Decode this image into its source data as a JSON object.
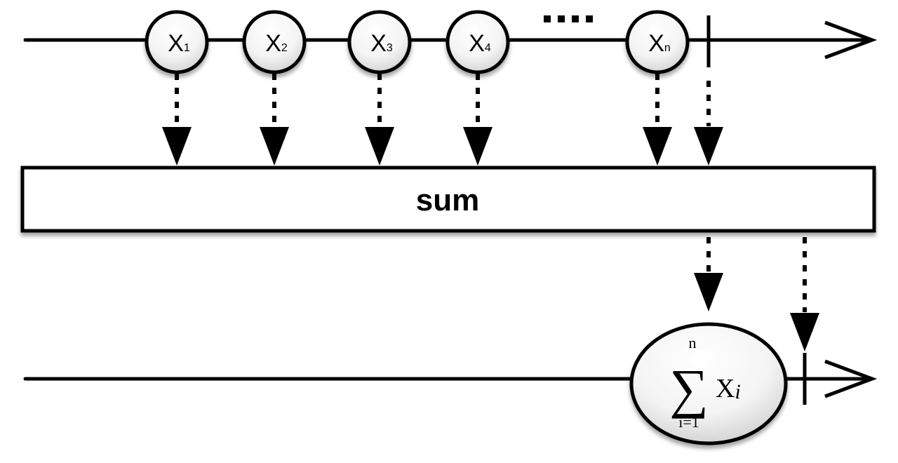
{
  "input_items": [
    {
      "base": "X",
      "sub": "1"
    },
    {
      "base": "X",
      "sub": "2"
    },
    {
      "base": "X",
      "sub": "3"
    },
    {
      "base": "X",
      "sub": "4"
    },
    {
      "base": "X",
      "sub": "n"
    }
  ],
  "ellipsis": "....",
  "operator_label": "sum",
  "result": {
    "upper_limit": "n",
    "sigma": "∑",
    "term_base": "X",
    "term_sub": "i",
    "lower_limit": "i=1"
  },
  "colors": {
    "stroke": "#000000",
    "fill": "#ffffff",
    "shadow": "#9a9a9a"
  }
}
